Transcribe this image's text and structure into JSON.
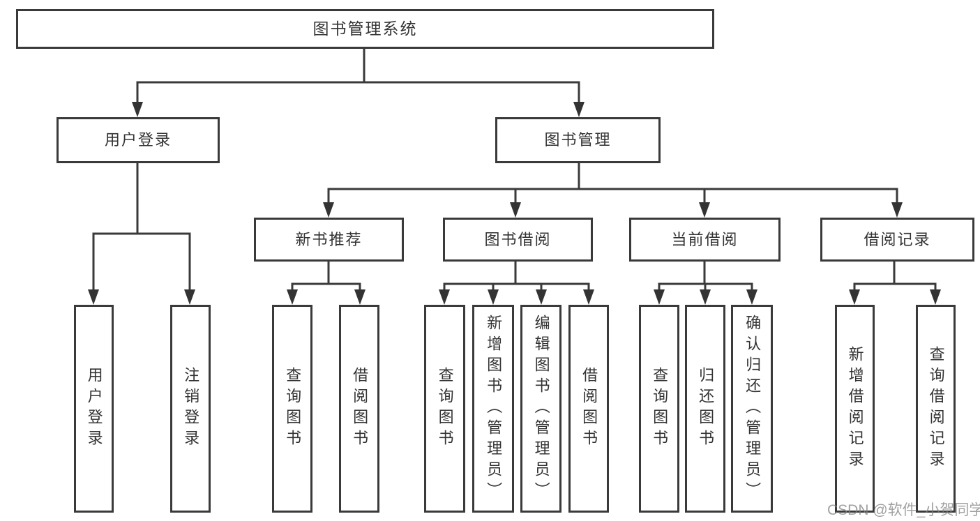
{
  "diagram_title": "图书管理系统",
  "watermark": "CSDN @软件_小贺同学",
  "colors": {
    "line": "#3a3a3a",
    "text": "#333333",
    "watermark": "#8a8a8a",
    "background": "#ffffff"
  },
  "nodes": {
    "root": {
      "label": "图书管理系统"
    },
    "user_login": {
      "label": "用户登录"
    },
    "book_mgmt": {
      "label": "图书管理"
    },
    "new_book_rec": {
      "label": "新书推荐"
    },
    "book_borrow": {
      "label": "图书借阅"
    },
    "current_borrow": {
      "label": "当前借阅"
    },
    "borrow_record": {
      "label": "借阅记录"
    },
    "leaf_user_login": {
      "label": "用户登录"
    },
    "leaf_logout": {
      "label": "注销登录"
    },
    "leaf_query_book_rec": {
      "label": "查询图书"
    },
    "leaf_borrow_book_rec": {
      "label": "借阅图书"
    },
    "leaf_query_book_borrow": {
      "label": "查询图书"
    },
    "leaf_add_book": {
      "label": "新增图书（管理员）"
    },
    "leaf_edit_book": {
      "label": "编辑图书（管理员）"
    },
    "leaf_borrow_book_borrow": {
      "label": "借阅图书"
    },
    "leaf_query_book_current": {
      "label": "查询图书"
    },
    "leaf_return_book": {
      "label": "归还图书"
    },
    "leaf_confirm_return": {
      "label": "确认归还（管理员）"
    },
    "leaf_add_borrow_record": {
      "label": "新增借阅记录"
    },
    "leaf_query_borrow_record": {
      "label": "查询借阅记录"
    }
  },
  "hierarchy": {
    "图书管理系统": {
      "用户登录": [
        "用户登录",
        "注销登录"
      ],
      "图书管理": {
        "新书推荐": [
          "查询图书",
          "借阅图书"
        ],
        "图书借阅": [
          "查询图书",
          "新增图书（管理员）",
          "编辑图书（管理员）",
          "借阅图书"
        ],
        "当前借阅": [
          "查询图书",
          "归还图书",
          "确认归还（管理员）"
        ],
        "借阅记录": [
          "新增借阅记录",
          "查询借阅记录"
        ]
      }
    }
  }
}
